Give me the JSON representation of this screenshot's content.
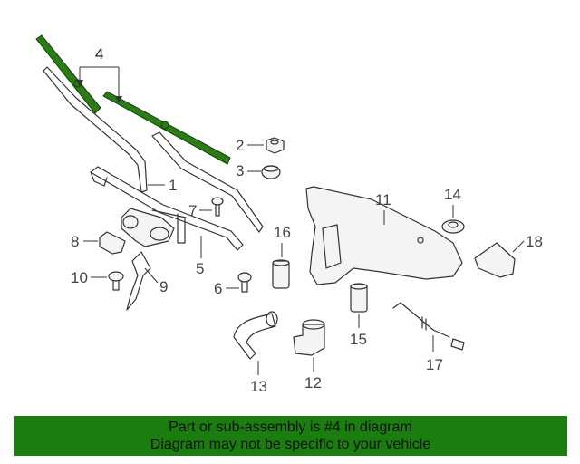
{
  "callouts": {
    "c1": "1",
    "c2": "2",
    "c3": "3",
    "c4": "4",
    "c5": "5",
    "c6": "6",
    "c7": "7",
    "c8": "8",
    "c9": "9",
    "c10": "10",
    "c11": "11",
    "c12": "12",
    "c13": "13",
    "c14": "14",
    "c15": "15",
    "c16": "16",
    "c17": "17",
    "c18": "18"
  },
  "banner": {
    "line1": "Part or sub-assembly is #4 in diagram",
    "line2": "Diagram may not be specific to your vehicle"
  },
  "colors": {
    "highlight": "#2a7d16",
    "banner_bg": "#1b7d10"
  }
}
